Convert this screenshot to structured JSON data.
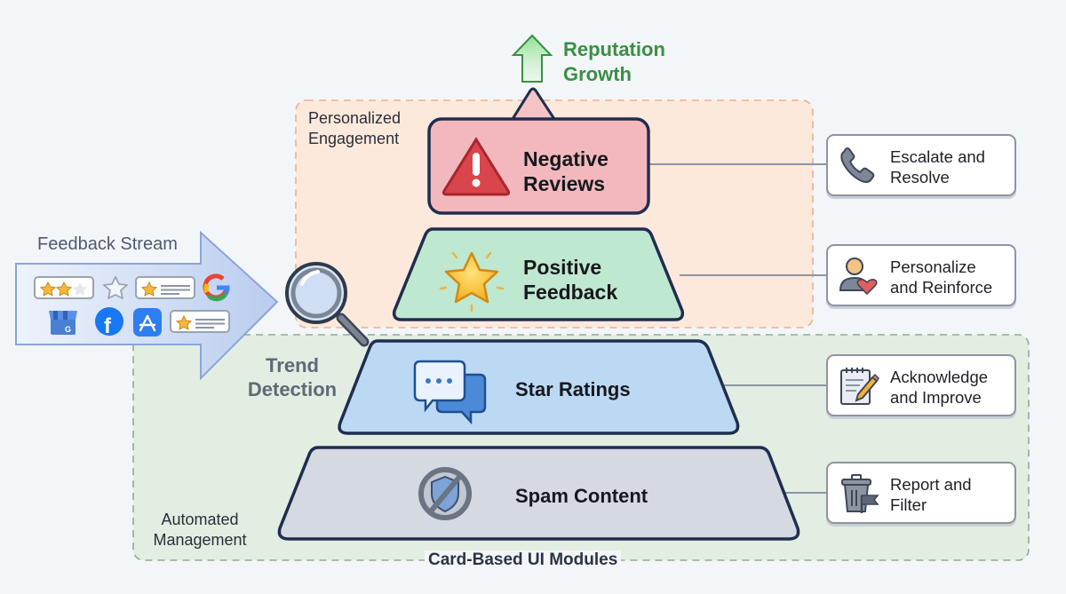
{
  "title": "Review Management Pyramid",
  "growth": {
    "label_line1": "Reputation",
    "label_line2": "Growth",
    "color": "#3a8f45"
  },
  "zones": {
    "personalized": {
      "line1": "Personalized",
      "line2": "Engagement",
      "fill": "#fde9dc",
      "stroke": "#eab08f"
    },
    "automated": {
      "line1": "Automated",
      "line2": "Management",
      "fill": "#e2eee2",
      "stroke": "#8fab91"
    }
  },
  "footer_label": "Card-Based UI Modules",
  "feedback_stream": {
    "label": "Feedback Stream",
    "sources": [
      "two-star-rating-card",
      "empty-star",
      "star-review-card",
      "google-logo",
      "google-business-icon",
      "facebook-logo",
      "app-store-icon",
      "star-review-card"
    ]
  },
  "trend_detection": {
    "line1": "Trend",
    "line2": "Detection"
  },
  "tiers": [
    {
      "id": "negative",
      "line1": "Negative",
      "line2": "Reviews",
      "icon": "warning-icon",
      "fill": "#f3b8bd"
    },
    {
      "id": "positive",
      "line1": "Positive",
      "line2": "Feedback",
      "icon": "star-icon",
      "fill": "#bfe8d0"
    },
    {
      "id": "ratings",
      "line1": "Star Ratings",
      "line2": "",
      "icon": "chat-bubbles-icon",
      "fill": "#bcd9f4"
    },
    {
      "id": "spam",
      "line1": "Spam Content",
      "line2": "",
      "icon": "blocked-shield-icon",
      "fill": "#d5d9e1"
    }
  ],
  "actions": [
    {
      "line1": "Escalate and",
      "line2": "Resolve",
      "icon": "phone-icon"
    },
    {
      "line1": "Personalize",
      "line2": "and Reinforce",
      "icon": "user-heart-icon"
    },
    {
      "line1": "Acknowledge",
      "line2": "and Improve",
      "icon": "notepad-pencil-icon"
    },
    {
      "line1": "Report and",
      "line2": "Filter",
      "icon": "trash-flag-icon"
    }
  ]
}
